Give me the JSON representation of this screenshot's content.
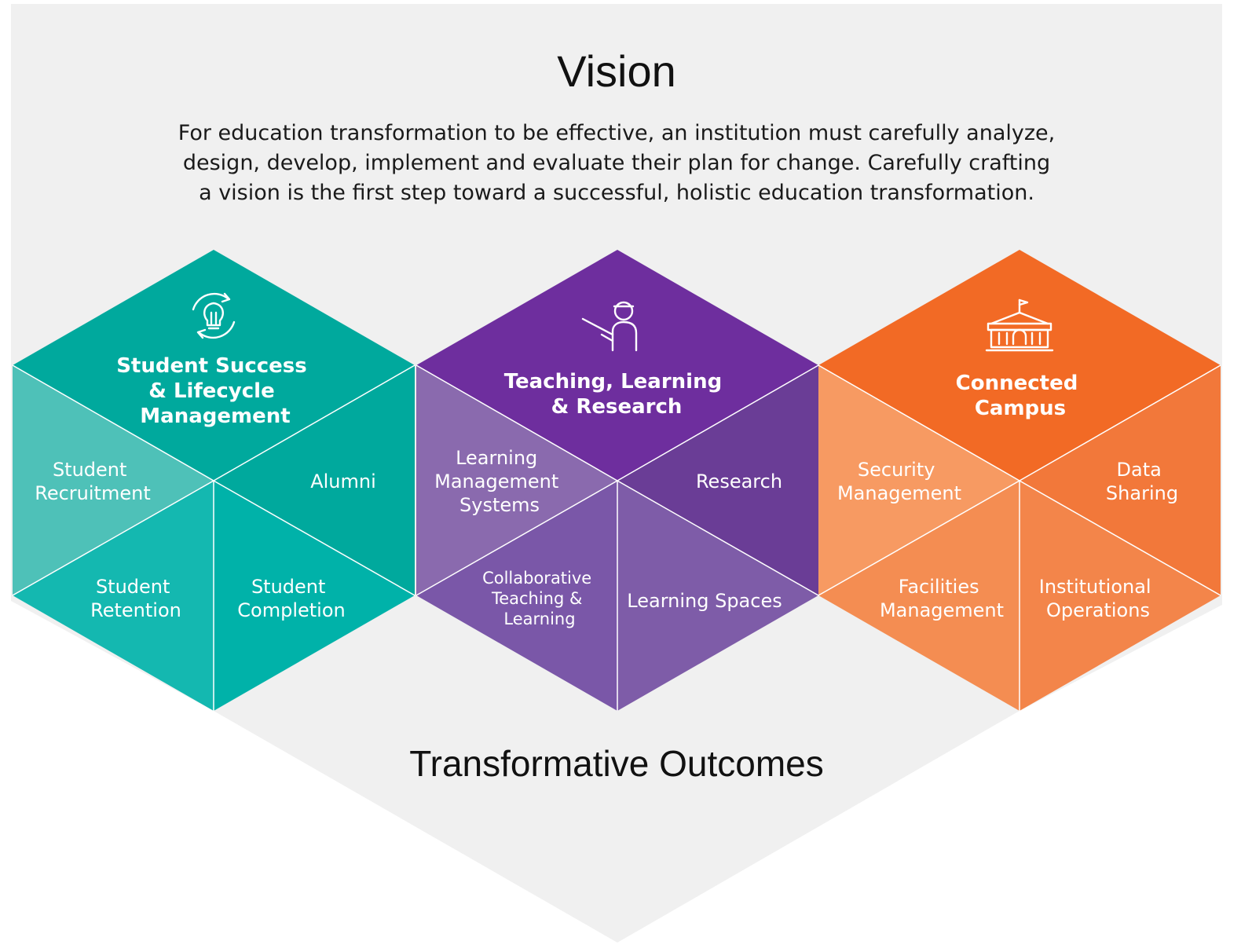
{
  "vision": {
    "title": "Vision",
    "description": [
      "For education transformation to be effective, an institution must carefully analyze,",
      "design, develop, implement and evaluate their plan for change. Carefully crafting",
      "a vision is the first step toward a successful, holistic education transformation."
    ]
  },
  "pillars": [
    {
      "heading": [
        "Student Success",
        "& Lifecycle",
        "Management"
      ],
      "icon": "lightbulb-cycle-icon",
      "color": "#00A99D",
      "segments": {
        "left": [
          "Student",
          "Recruitment"
        ],
        "right": [
          "Alumni"
        ],
        "bottom_left": [
          "Student",
          "Retention"
        ],
        "bottom_right": [
          "Student",
          "Completion"
        ]
      },
      "colors": {
        "left": "#4EC1B8",
        "right": "#00A99D",
        "bottom_left": "#14B8B0",
        "bottom_right": "#00B2A9"
      }
    },
    {
      "heading": [
        "Teaching, Learning",
        "& Research"
      ],
      "icon": "teacher-icon",
      "color": "#6E2E9E",
      "segments": {
        "left": [
          "Learning",
          "Management",
          "Systems"
        ],
        "right": [
          "Research"
        ],
        "bottom_left": [
          "Collaborative",
          "Teaching &",
          "Learning"
        ],
        "bottom_right": [
          "Learning Spaces"
        ]
      },
      "colors": {
        "left": "#8A6AAE",
        "right": "#6A3D96",
        "bottom_left": "#7A57A8",
        "bottom_right": "#7E5CA8"
      }
    },
    {
      "heading": [
        "Connected",
        "Campus"
      ],
      "icon": "campus-building-icon",
      "color": "#F26A25",
      "segments": {
        "left": [
          "Security",
          "Management"
        ],
        "right": [
          "Data",
          "Sharing"
        ],
        "bottom_left": [
          "Facilities",
          "Management"
        ],
        "bottom_right": [
          "Institutional",
          "Operations"
        ]
      },
      "colors": {
        "left": "#F79A62",
        "right": "#F2783A",
        "bottom_left": "#F48D52",
        "bottom_right": "#F3854A"
      }
    }
  ],
  "outcome": {
    "title": "Transformative Outcomes"
  },
  "colors": {
    "background_panel": "#F0F0F0",
    "white": "#FFFFFF"
  }
}
